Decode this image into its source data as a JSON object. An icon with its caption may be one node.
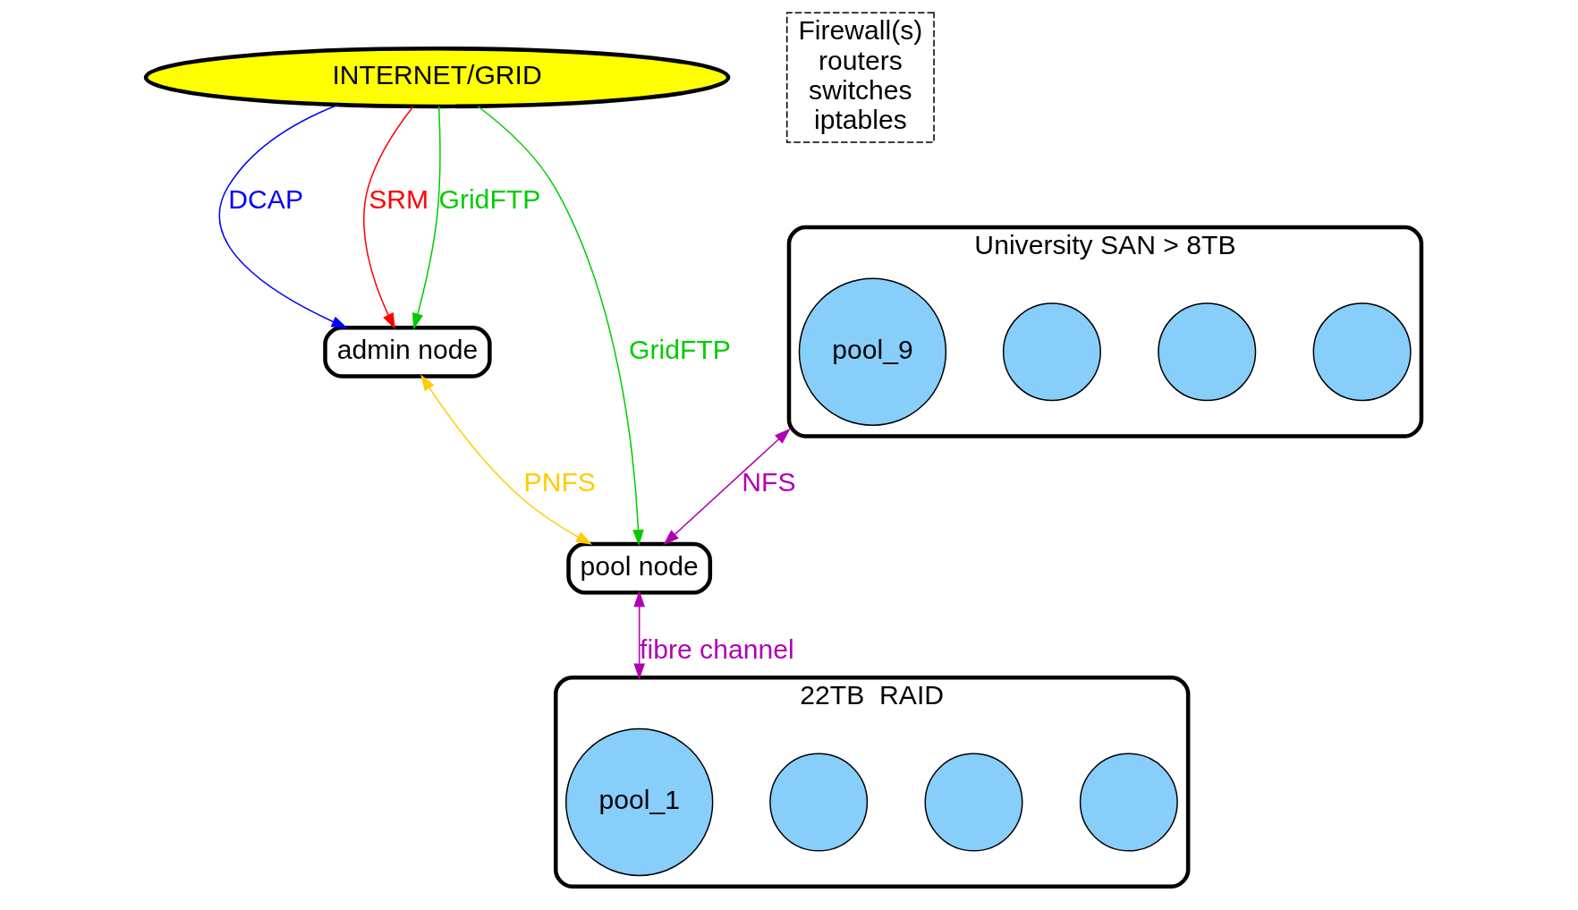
{
  "diagram": {
    "nodes": [
      {
        "text": [
          "INTERNET/GRID"
        ]
      },
      {
        "text": [
          "admin node"
        ]
      },
      {
        "text": [
          "pool node"
        ]
      },
      {
        "text": [
          "University SAN > 8TB"
        ]
      },
      {
        "text": [],
        "shape": "circle",
        "in": 3
      },
      {
        "text": [],
        "shape": "circle",
        "in": 3
      },
      {
        "text": [],
        "shape": "circle",
        "in": 3
      },
      {
        "text": [
          "pool_9"
        ],
        "in": 3
      },
      {
        "text": [
          "22TB  RAID"
        ]
      },
      {
        "text": [],
        "shape": "circle",
        "in": 8
      },
      {
        "text": [],
        "shape": "circle",
        "in": 8
      },
      {
        "text": [],
        "shape": "circle",
        "in": 8
      },
      {
        "text": [
          "pool_1"
        ],
        "in": 8
      },
      {
        "text": [
          "Firewall(s)",
          "routers",
          "switches",
          "iptables"
        ]
      }
    ],
    "edges": [
      {
        "from": 0,
        "to": 2,
        "arrow": "to",
        "label": "GridFTP",
        "color": "#00cc00"
      },
      {
        "from": 0,
        "to": 1,
        "arrow": "to",
        "label": "DCAP",
        "color": "#0000ff"
      },
      {
        "from": 0,
        "to": 1,
        "arrow": "to",
        "label": "SRM",
        "color": "#ff0000"
      },
      {
        "from": 0,
        "to": 1,
        "arrow": "to",
        "label": "GridFTP",
        "color": "#00cc00"
      },
      {
        "from": 1,
        "to": 2,
        "arrow": "both",
        "label": "PNFS",
        "color": "#ffcc00"
      },
      {
        "from": 3,
        "to": 2,
        "arrow": "both",
        "label": "NFS",
        "color": "#b000b0"
      },
      {
        "from": 2,
        "to": 8,
        "arrow": "both",
        "label": "fibre channel",
        "color": "#b000b0"
      }
    ]
  }
}
